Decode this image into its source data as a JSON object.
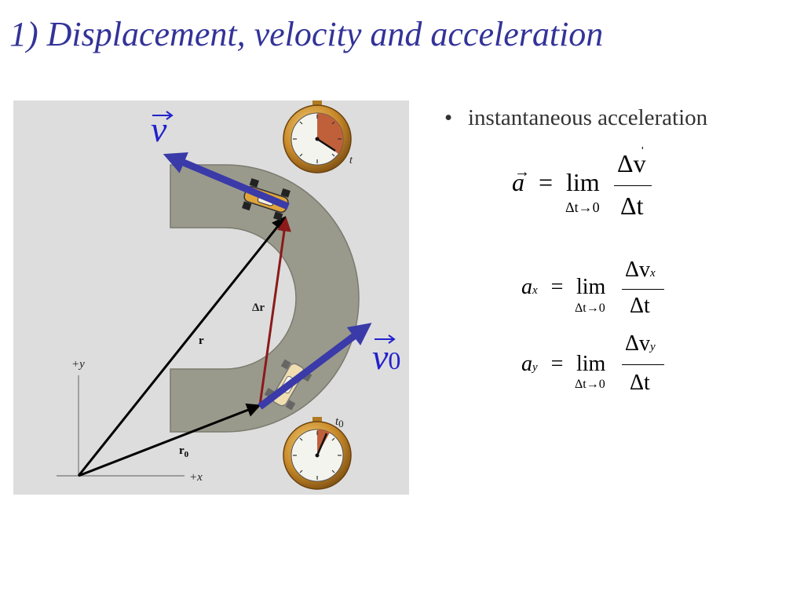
{
  "slide": {
    "title": "1) Displacement, velocity and acceleration",
    "bullet": "instantaneous acceleration"
  },
  "figure": {
    "labels": {
      "v": "v",
      "v0": "v",
      "v0_sub": "0",
      "delta_r": "Δr",
      "r": "r",
      "r0": "r",
      "r0_sub": "0",
      "plus_y": "+y",
      "plus_x": "+x",
      "t": "t",
      "t0": "t",
      "t0_sub": "0"
    },
    "colors": {
      "background": "#dddddd",
      "track": "#9a9a8c",
      "velocity_arrow": "#3a3aa8",
      "displacement_arrow": "#8b1a1a",
      "position_arrow": "#000000",
      "stopwatch_gold": "#c98a2a",
      "stopwatch_sector": "#c0603a"
    }
  },
  "equations": {
    "a_vec": {
      "lhs": "a",
      "eq": "=",
      "lim": "lim",
      "lim_sub": "Δt→0",
      "num": "Δv",
      "den": "Δt"
    },
    "a_x": {
      "lhs": "a",
      "lhs_sub": "x",
      "eq": "=",
      "lim": "lim",
      "lim_sub": "Δt→0",
      "num": "Δv",
      "num_sub": "x",
      "den": "Δt"
    },
    "a_y": {
      "lhs": "a",
      "lhs_sub": "y",
      "eq": "=",
      "lim": "lim",
      "lim_sub": "Δt→0",
      "num": "Δv",
      "num_sub": "y",
      "den": "Δt"
    }
  }
}
